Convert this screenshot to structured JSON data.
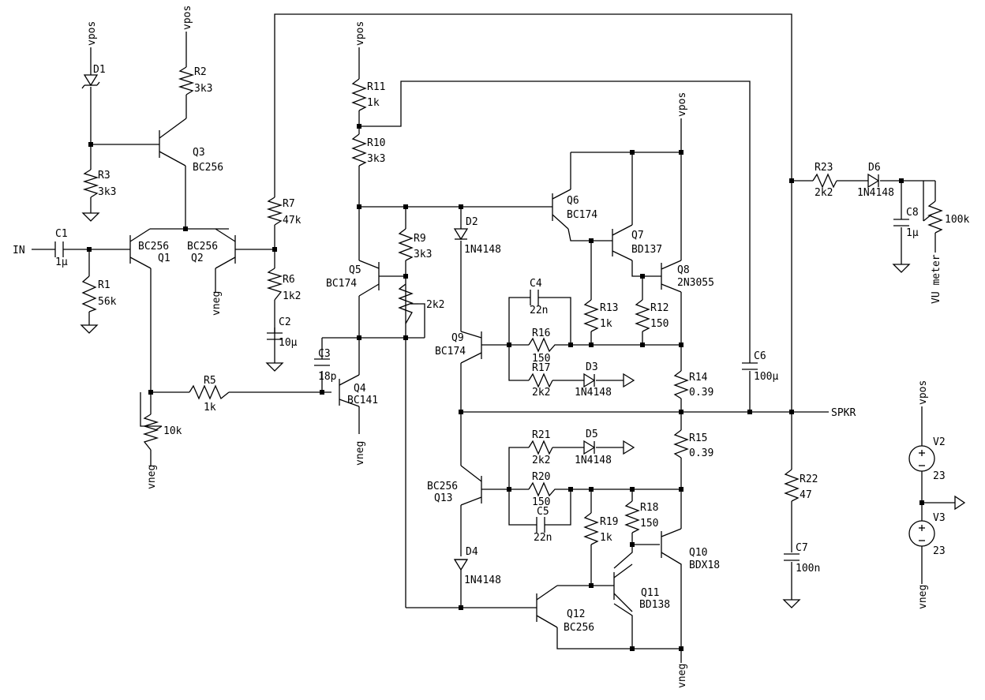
{
  "schematic": {
    "title": "",
    "net_labels": {
      "vpos": "vpos",
      "vneg": "vneg",
      "in": "IN",
      "spkr": "SPKR",
      "vu_meter": "VU meter"
    },
    "components": {
      "D1": {
        "ref": "D1",
        "value": ""
      },
      "R2": {
        "ref": "R2",
        "value": "3k3"
      },
      "Q3": {
        "ref": "Q3",
        "value": "BC256"
      },
      "R3": {
        "ref": "R3",
        "value": "3k3"
      },
      "C1": {
        "ref": "C1",
        "value": "1µ"
      },
      "R1": {
        "ref": "R1",
        "value": "56k"
      },
      "Q1": {
        "ref": "Q1",
        "value": "BC256"
      },
      "Q2": {
        "ref": "Q2",
        "value": "BC256"
      },
      "R7": {
        "ref": "R7",
        "value": "47k"
      },
      "R6": {
        "ref": "R6",
        "value": "1k2"
      },
      "C2": {
        "ref": "C2",
        "value": "10µ"
      },
      "R5": {
        "ref": "R5",
        "value": "1k"
      },
      "POT1": {
        "ref": "",
        "value": "10k"
      },
      "C3": {
        "ref": "C3",
        "value": "18p"
      },
      "Q4": {
        "ref": "Q4",
        "value": "BC141"
      },
      "R11": {
        "ref": "R11",
        "value": "1k"
      },
      "R10": {
        "ref": "R10",
        "value": "3k3"
      },
      "Q5": {
        "ref": "Q5",
        "value": "BC174"
      },
      "R9": {
        "ref": "R9",
        "value": "3k3"
      },
      "POT2": {
        "ref": "",
        "value": "2k2"
      },
      "D2": {
        "ref": "D2",
        "value": "1N4148"
      },
      "Q6": {
        "ref": "Q6",
        "value": "BC174"
      },
      "Q7": {
        "ref": "Q7",
        "value": "BD137"
      },
      "Q8": {
        "ref": "Q8",
        "value": "2N3055"
      },
      "C4": {
        "ref": "C4",
        "value": "22n"
      },
      "R13": {
        "ref": "R13",
        "value": "1k"
      },
      "R12": {
        "ref": "R12",
        "value": "150"
      },
      "Q9": {
        "ref": "Q9",
        "value": "BC174"
      },
      "R16": {
        "ref": "R16",
        "value": "150"
      },
      "R17": {
        "ref": "R17",
        "value": "2k2"
      },
      "D3": {
        "ref": "D3",
        "value": "1N4148"
      },
      "R14": {
        "ref": "R14",
        "value": "0.39"
      },
      "C6": {
        "ref": "C6",
        "value": "100µ"
      },
      "R15": {
        "ref": "R15",
        "value": "0.39"
      },
      "R21": {
        "ref": "R21",
        "value": "2k2"
      },
      "D5": {
        "ref": "D5",
        "value": "1N4148"
      },
      "Q13": {
        "ref": "Q13",
        "value": "BC256"
      },
      "R20": {
        "ref": "R20",
        "value": "150"
      },
      "C5": {
        "ref": "C5",
        "value": "22n"
      },
      "R18": {
        "ref": "R18",
        "value": "150"
      },
      "R19": {
        "ref": "R19",
        "value": "1k"
      },
      "Q10": {
        "ref": "Q10",
        "value": "BDX18"
      },
      "D4": {
        "ref": "D4",
        "value": "1N4148"
      },
      "Q11": {
        "ref": "Q11",
        "value": "BD138"
      },
      "Q12": {
        "ref": "Q12",
        "value": "BC256"
      },
      "R22": {
        "ref": "R22",
        "value": "47"
      },
      "C7": {
        "ref": "C7",
        "value": "100n"
      },
      "R23": {
        "ref": "R23",
        "value": "2k2"
      },
      "D6": {
        "ref": "D6",
        "value": "1N4148"
      },
      "C8": {
        "ref": "C8",
        "value": "1µ"
      },
      "POT3": {
        "ref": "",
        "value": "100k"
      },
      "V2": {
        "ref": "V2",
        "value": "23"
      },
      "V3": {
        "ref": "V3",
        "value": "23"
      }
    }
  }
}
